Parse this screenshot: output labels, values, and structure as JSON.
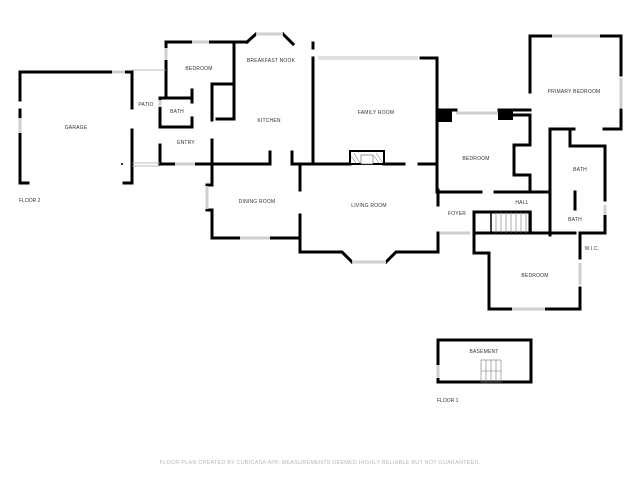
{
  "floor2": {
    "label": "FLOOR 2",
    "rooms": {
      "garage": "GARAGE",
      "patio": "PATIO",
      "bedroom": "BEDROOM",
      "bath": "BATH",
      "entry": "ENTRY",
      "breakfast_nook": "BREAKFAST NOOK",
      "kitchen": "KITCHEN",
      "family_room": "FAMILY ROOM",
      "dining_room": "DINING ROOM",
      "living_room": "LIVING ROOM",
      "bedroom_center": "BEDROOM",
      "primary_bedroom": "PRIMARY BEDROOM",
      "bath_upper": "BATH",
      "hall": "HALL",
      "foyer": "FOYER",
      "bath_lower": "BATH",
      "wic": "W.I.C.",
      "bedroom_lower": "BEDROOM"
    }
  },
  "floor1": {
    "label": "FLOOR 1",
    "rooms": {
      "basement": "BASEMENT"
    }
  },
  "footer": {
    "disclaimer": "FLOOR PLAN CREATED BY CUBICASA APP. MEASUREMENTS DEEMED HIGHLY RELIABLE BUT NOT GUARANTEED."
  },
  "colors": {
    "wall": "#000000",
    "window": "#cfcfcf",
    "background": "#ffffff"
  }
}
